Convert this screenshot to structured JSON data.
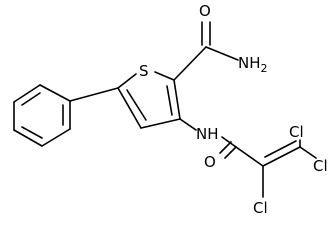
{
  "molecule": {
    "atom_labels": {
      "oxygen_amide": "O",
      "amide_nh2": "NH",
      "amide_nh2_sub": "2",
      "sulfur": "S",
      "nh_linker": "NH",
      "oxygen_acyl": "O",
      "cl_top": "Cl",
      "cl_right": "Cl",
      "cl_bottom": "Cl"
    },
    "colors": {
      "bond": "#000000",
      "label": "#000000",
      "background": "#ffffff"
    }
  }
}
